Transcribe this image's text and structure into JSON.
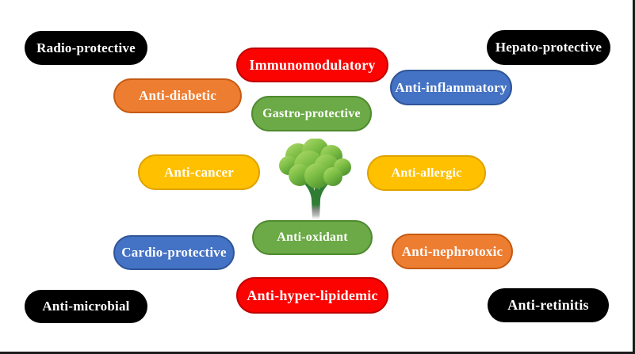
{
  "palette": {
    "black": "#000000",
    "red": "#fb0300",
    "red_border": "#c00000",
    "orange": "#ed7d31",
    "orange_border": "#c55a11",
    "blue": "#4472c4",
    "blue_border": "#2f5597",
    "green": "#6baa46",
    "green_border": "#4f8a2f",
    "yellow": "#ffc000",
    "yellow_border": "#dfa300",
    "text": "#ffffff",
    "frame_border": "#1c1c1c"
  },
  "center": {
    "icon": "tree-icon"
  },
  "pills": [
    {
      "label": "Radio-protective",
      "color": "black"
    },
    {
      "label": "Immunomodulatory",
      "color": "red"
    },
    {
      "label": "Hepato-protective",
      "color": "black"
    },
    {
      "label": "Anti-diabetic",
      "color": "orange"
    },
    {
      "label": "Anti-inflammatory",
      "color": "blue"
    },
    {
      "label": "Gastro-protective",
      "color": "green"
    },
    {
      "label": "Anti-cancer",
      "color": "yellow"
    },
    {
      "label": "Anti-allergic",
      "color": "yellow"
    },
    {
      "label": "Anti-oxidant",
      "color": "green"
    },
    {
      "label": "Cardio-protective",
      "color": "blue"
    },
    {
      "label": "Anti-nephrotoxic",
      "color": "orange"
    },
    {
      "label": "Anti-hyper-lipidemic",
      "color": "red"
    },
    {
      "label": "Anti-microbial",
      "color": "black"
    },
    {
      "label": "Anti-retinitis",
      "color": "black"
    }
  ]
}
